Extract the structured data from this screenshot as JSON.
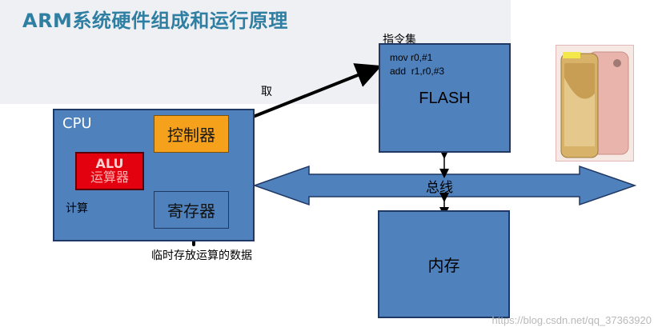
{
  "title": "ARM系统硬件组成和运行原理",
  "cpu": {
    "label": "CPU",
    "controller": "控制器",
    "alu_line1": "ALU",
    "alu_line2": "运算器",
    "register": "寄存器",
    "calc_label": "计算"
  },
  "flash": {
    "top_label": "指令集",
    "code_line1": "mov r0,#1",
    "code_line2": "add  r1,r0,#3",
    "name": "FLASH"
  },
  "fetch_label": "取",
  "bus_label": "总线",
  "memory_label": "内存",
  "register_note": "临时存放运算的数据",
  "watermark": "https://blog.csdn.net/qq_37363920",
  "colors": {
    "box_blue": "#4f81bd",
    "controller_orange": "#f5a11b",
    "alu_red": "#e3000f",
    "title_blue": "#2f7fa3"
  }
}
